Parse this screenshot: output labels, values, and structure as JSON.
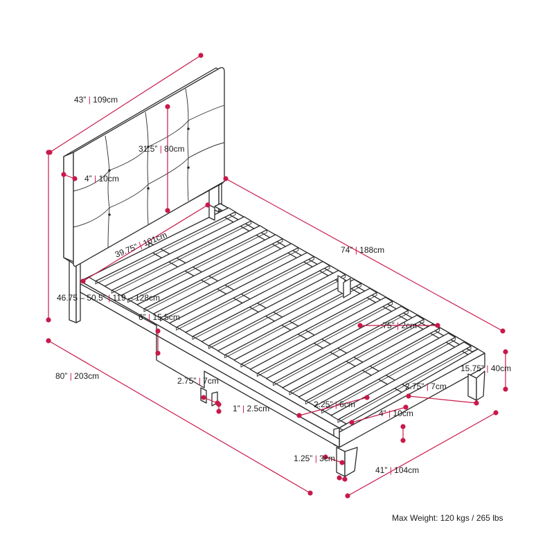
{
  "colors": {
    "dimension_accent": "#c8194a",
    "line": "#2a2a2a",
    "background": "#ffffff"
  },
  "dimensions": {
    "headboard_width": {
      "inch": "43”",
      "cm": "109cm"
    },
    "headboard_height": {
      "inch": "31.5”",
      "cm": "80cm"
    },
    "headboard_thickness": {
      "inch": "4”",
      "cm": "10cm"
    },
    "inner_width": {
      "inch": "39.75”",
      "cm": "101cm"
    },
    "total_height": {
      "inch": "46.75 – 50.5”",
      "cm": "119 – 128cm"
    },
    "frame_height": {
      "inch": "6”",
      "cm": "15.5cm"
    },
    "side_rail_length": {
      "inch": "74”",
      "cm": "188cm"
    },
    "slat_gap": {
      "inch": ".75”",
      "cm": "2cm"
    },
    "ground_clearance": {
      "inch": "15.75”",
      "cm": "40cm"
    },
    "total_length": {
      "inch": "80”",
      "cm": "203cm"
    },
    "leg_width_front": {
      "inch": "2.75”",
      "cm": "7cm"
    },
    "leg_depth_front": {
      "inch": "1”",
      "cm": "2.5cm"
    },
    "leg_width_rear": {
      "inch": "2.75”",
      "cm": "7cm"
    },
    "slat_width": {
      "inch": "2.25”",
      "cm": "6cm"
    },
    "leg_height": {
      "inch": "4”",
      "cm": "10cm"
    },
    "foot_thickness": {
      "inch": "1.25”",
      "cm": "3cm"
    },
    "total_width": {
      "inch": "41”",
      "cm": "104cm"
    }
  },
  "max_weight": "Max Weight: 120 kgs / 265 lbs"
}
